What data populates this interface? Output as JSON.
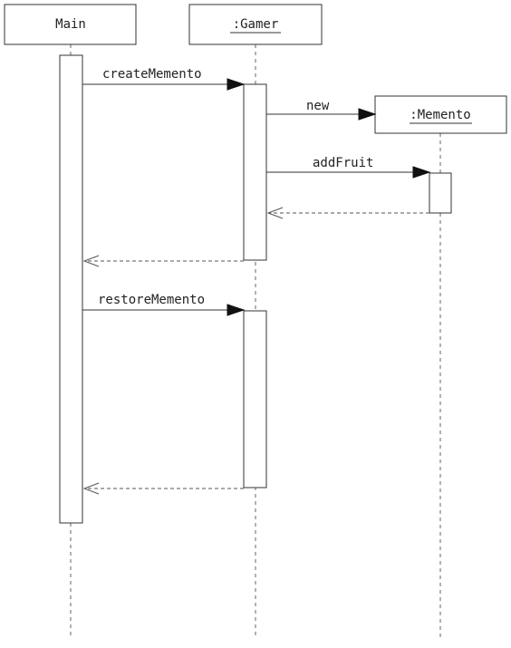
{
  "participants": {
    "main": {
      "label": "Main"
    },
    "gamer": {
      "label": ":Gamer"
    },
    "memento": {
      "label": ":Memento"
    }
  },
  "messages": {
    "create_memento": "createMemento",
    "new": "new",
    "add_fruit": "addFruit",
    "restore_memento": "restoreMemento"
  }
}
